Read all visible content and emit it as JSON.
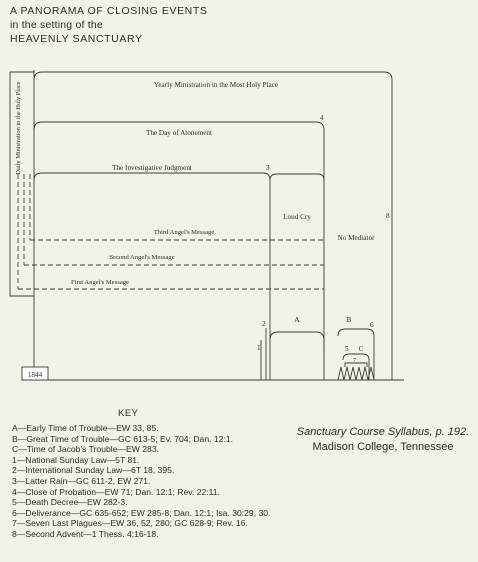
{
  "header": {
    "line1": "A PANORAMA OF CLOSING EVENTS",
    "line2": "in the setting of the",
    "line3": "HEAVENLY SANCTUARY"
  },
  "diagram": {
    "yearly_ministry": "Yearly Ministration in the Most Holy Place",
    "daily_ministry": "Daily Ministration in the Holy Place",
    "day_of_atonement": "The Day of Atonement",
    "investigative_judgment": "The Investigative Judgment",
    "loud_cry": "Loud Cry",
    "no_mediator": "No Mediator",
    "third_angel": "Third Angel's Message",
    "second_angel": "Second Angel's Message",
    "first_angel": "First Angel's Message",
    "year_1844": "1844",
    "markers": {
      "m1": "1",
      "m2": "2",
      "m3": "3",
      "m4": "4",
      "m5": "5",
      "m6": "6",
      "m7": "7",
      "m8": "8",
      "mA": "A",
      "mB": "B",
      "mC": "C"
    }
  },
  "key": {
    "title": "KEY",
    "items": [
      "A—Early Time of Trouble—EW 33, 85.",
      "B—Great Time of Trouble—GC 613-5; Ev. 704; Dan. 12:1.",
      "C—Time of Jacob's Trouble—EW 283.",
      "1—National Sunday Law—5T 81.",
      "2—International Sunday Law—6T 18, 395.",
      "3—Latter Rain—GC 611-2, EW 271.",
      "4—Close of Probation—EW 71; Dan. 12:1; Rev. 22:11.",
      "5—Death Decree—EW 282-3.",
      "6—Deliverance—GC 635-652; EW 285-8; Dan. 12:1; Isa. 30:29, 30.",
      "7—Seven Last Plagues—EW 36, 52, 280; GC 628-9; Rev. 16.",
      "8—Second Advent—1 Thess. 4:16-18."
    ]
  },
  "source": {
    "line1": "Sanctuary Course Syllabus, p. 192.",
    "line2": "Madison College, Tennessee"
  }
}
